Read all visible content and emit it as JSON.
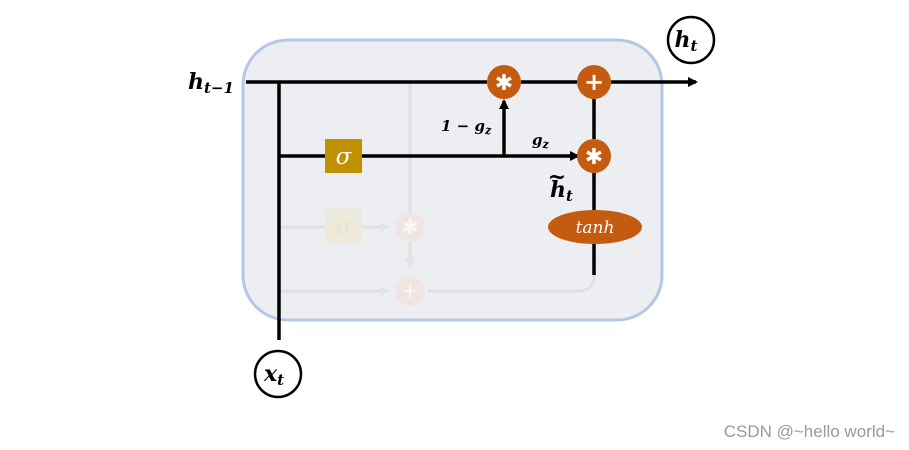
{
  "diagram": {
    "input_prev_state": {
      "base": "h",
      "sub": "t−1"
    },
    "output_state": {
      "base": "h",
      "sub": "t"
    },
    "input_x": {
      "base": "x",
      "sub": "t"
    },
    "one_minus_gz": {
      "base": "1 − g",
      "sub": "z"
    },
    "gz": {
      "base": "g",
      "sub": "z"
    },
    "candidate": {
      "base": "h",
      "sub": "t",
      "accent": "~"
    },
    "sigma_label": "σ",
    "faded_sigma_label": "σ",
    "tanh_label": "tanh",
    "multiply_symbol": "✱",
    "add_symbol": "+"
  },
  "colors": {
    "cell_fill": "#eceef1",
    "cell_border": "#b4c7e7",
    "gate_orange": "#c55a11",
    "sigma_gold": "#bf9000",
    "line": "#000000",
    "faded": "#d9d9d9"
  },
  "watermark": "CSDN @~hello world~"
}
